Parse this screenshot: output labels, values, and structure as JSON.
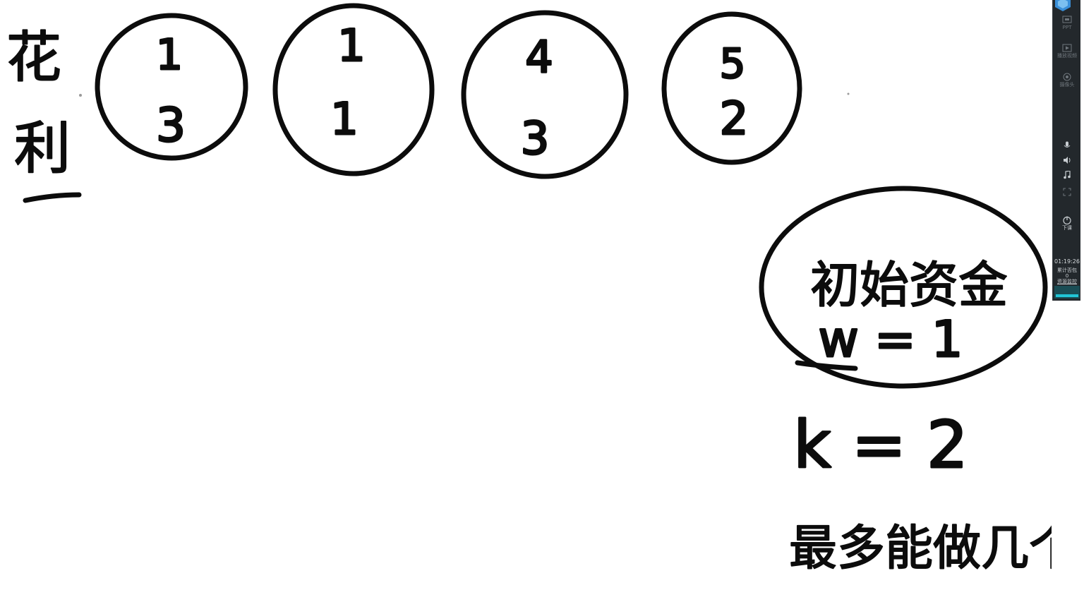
{
  "whiteboard": {
    "side_label": {
      "top": "花",
      "bottom": "利"
    },
    "circles": [
      {
        "top": "1",
        "bottom": "3"
      },
      {
        "top": "1",
        "bottom": "1"
      },
      {
        "top": "4",
        "bottom": "3"
      },
      {
        "top": "5",
        "bottom": "2"
      }
    ],
    "capital_bubble": {
      "line1": "初始资金",
      "line2": "w = 1"
    },
    "k_line": "k = 2",
    "question": "最多能做几个"
  },
  "toolbar": {
    "buttons": [
      {
        "label": "PPT",
        "icon": "ppt-icon"
      },
      {
        "label": "播放视频",
        "icon": "play-video-icon"
      },
      {
        "label": "摄像头",
        "icon": "camera-icon"
      },
      {
        "label": "",
        "icon": "microphone-icon"
      },
      {
        "label": "",
        "icon": "speaker-icon"
      },
      {
        "label": "",
        "icon": "music-icon"
      },
      {
        "label": "",
        "icon": "fullscreen-icon"
      },
      {
        "label": "下课",
        "icon": "end-class-icon"
      }
    ],
    "timer": "01:19:26",
    "gift_label": "累计否包",
    "gift_count": "0",
    "monitor_label": "资源监控"
  },
  "colors": {
    "ink": "#0c0c0c",
    "board": "#ffffff",
    "toolbar_bg": "#23282c",
    "accent": "#21c5d6"
  }
}
